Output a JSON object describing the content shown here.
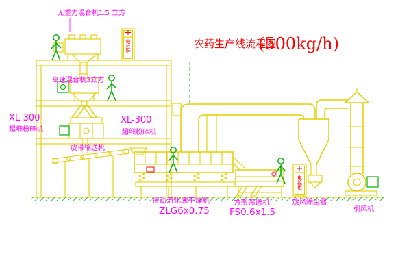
{
  "title": {
    "name": "农药生产线流程图",
    "capacity": "(500kg/h)"
  },
  "labels": {
    "mixer_top": "无重力混合机1.5 立方",
    "mixer_high_speed": "高速混合机3立方",
    "mill_left": {
      "model": "XL-300",
      "name": "超细粉碎机"
    },
    "mill_center": {
      "model": "XL-300",
      "name": "超细粉碎机"
    },
    "belt_conveyor": "皮带输送机",
    "dryer": {
      "name": "振动流化床干燥机",
      "model": "ZLG6x0.75"
    },
    "sieve": {
      "name": "方形筛选机",
      "model": "FS0.6x1.5"
    },
    "cyclone": "旋风除尘器",
    "fan": "引风机",
    "cabinet_top": "电控柜",
    "cabinet_right": "电控柜"
  },
  "colors": {
    "equipment_yellow": "#e2cf00",
    "structure_green": "#00b400",
    "label_magenta": "#ff00ff",
    "title_red": "#ff0000",
    "background": "#ffffff"
  }
}
